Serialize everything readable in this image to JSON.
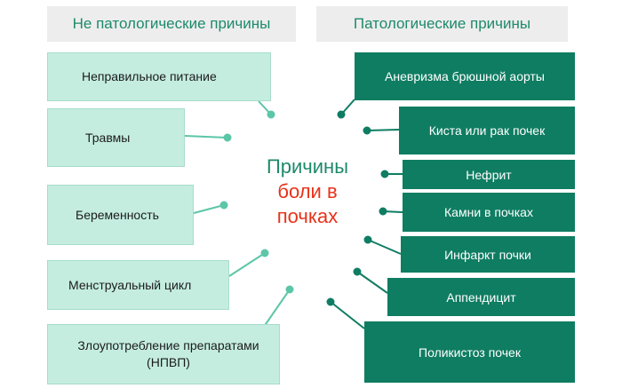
{
  "headers": {
    "left": "Не патологические причины",
    "right": "Патологические причины"
  },
  "center": {
    "line1": "Причины",
    "line2": "боли в",
    "line3": "почках"
  },
  "left_items": [
    "Неправильное питание",
    "Травмы",
    "Беременность",
    "Менструальный цикл",
    "Злоупотребление препаратами (НПВП)"
  ],
  "right_items": [
    "Аневризма брюшной аорты",
    "Киста или рак почек",
    "Нефрит",
    "Камни в почках",
    "Инфаркт почки",
    "Аппендицит",
    "Поликистоз почек"
  ],
  "colors": {
    "left_box": "#c4ede0",
    "right_box": "#0f7d62",
    "connector_left": "#5cc6a8",
    "connector_right": "#0f7d62",
    "center_accent": "#e8321a"
  }
}
